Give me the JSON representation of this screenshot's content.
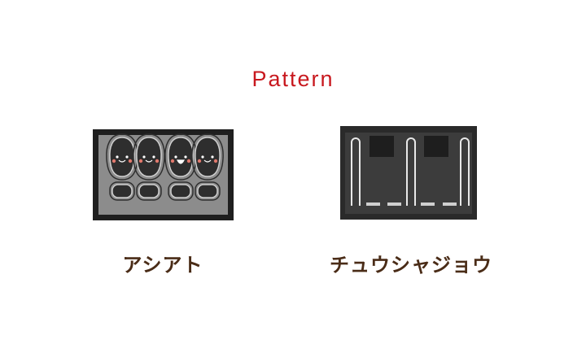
{
  "title": "Pattern",
  "colors": {
    "title": "#c8181e",
    "label": "#4a2c17",
    "mat_border": "#1f1f1f",
    "mat_left_field": "#8c8c8c",
    "mat_right_field": "#3a3a3a",
    "footprint": "#2e2e2e",
    "cheek": "#e0786c"
  },
  "patterns": [
    {
      "name": "アシアト",
      "image": "footprints-doormat",
      "description": "Gray doormat with black border showing four smiling footprint soles"
    },
    {
      "name": "チュウシャジョウ",
      "image": "parking-lot-doormat",
      "description": "Dark gray doormat with white parking line markings and two dark squares"
    }
  ]
}
